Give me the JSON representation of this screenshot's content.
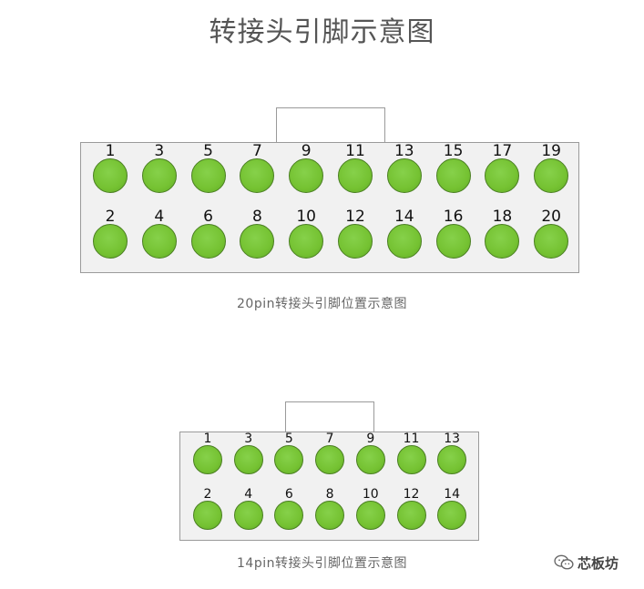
{
  "title": "转接头引脚示意图",
  "connector_20": {
    "caption": "20pin转接头引脚位置示意图",
    "top_row": [
      "1",
      "3",
      "5",
      "7",
      "9",
      "11",
      "13",
      "15",
      "17",
      "19"
    ],
    "bottom_row": [
      "2",
      "4",
      "6",
      "8",
      "10",
      "12",
      "14",
      "16",
      "18",
      "20"
    ]
  },
  "connector_14": {
    "caption": "14pin转接头引脚位置示意图",
    "top_row": [
      "1",
      "3",
      "5",
      "7",
      "9",
      "11",
      "13"
    ],
    "bottom_row": [
      "2",
      "4",
      "6",
      "8",
      "10",
      "12",
      "14"
    ]
  },
  "watermark": {
    "text": "芯板坊",
    "icon": "wechat-icon"
  },
  "colors": {
    "pin": "#75c232",
    "pin_border": "#4b7f23",
    "housing": "#f1f1f1",
    "outline": "#9a9a9a"
  }
}
